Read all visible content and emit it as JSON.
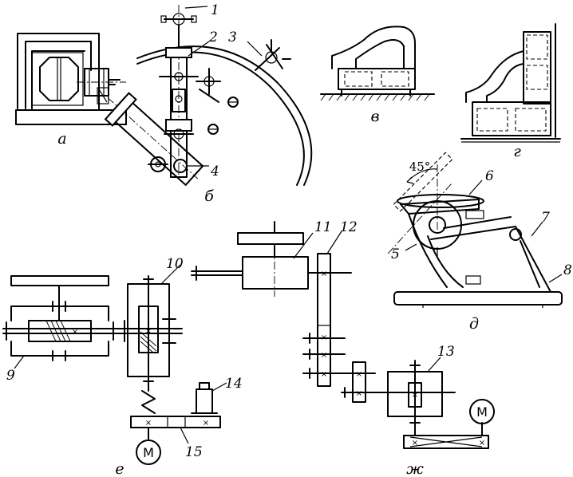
{
  "captions": {
    "a": "а",
    "b": "б",
    "v": "в",
    "g": "г",
    "d": "д",
    "e": "е",
    "zh": "ж"
  },
  "labels": {
    "n1": "1",
    "n2": "2",
    "n3": "3",
    "n4": "4",
    "n5": "5",
    "n6": "6",
    "n7": "7",
    "n8": "8",
    "n9": "9",
    "n10": "10",
    "n11": "11",
    "n12": "12",
    "n13": "13",
    "n14": "14",
    "n15": "15"
  },
  "angle": "45°",
  "motor": "М",
  "bearing_mark": "×"
}
